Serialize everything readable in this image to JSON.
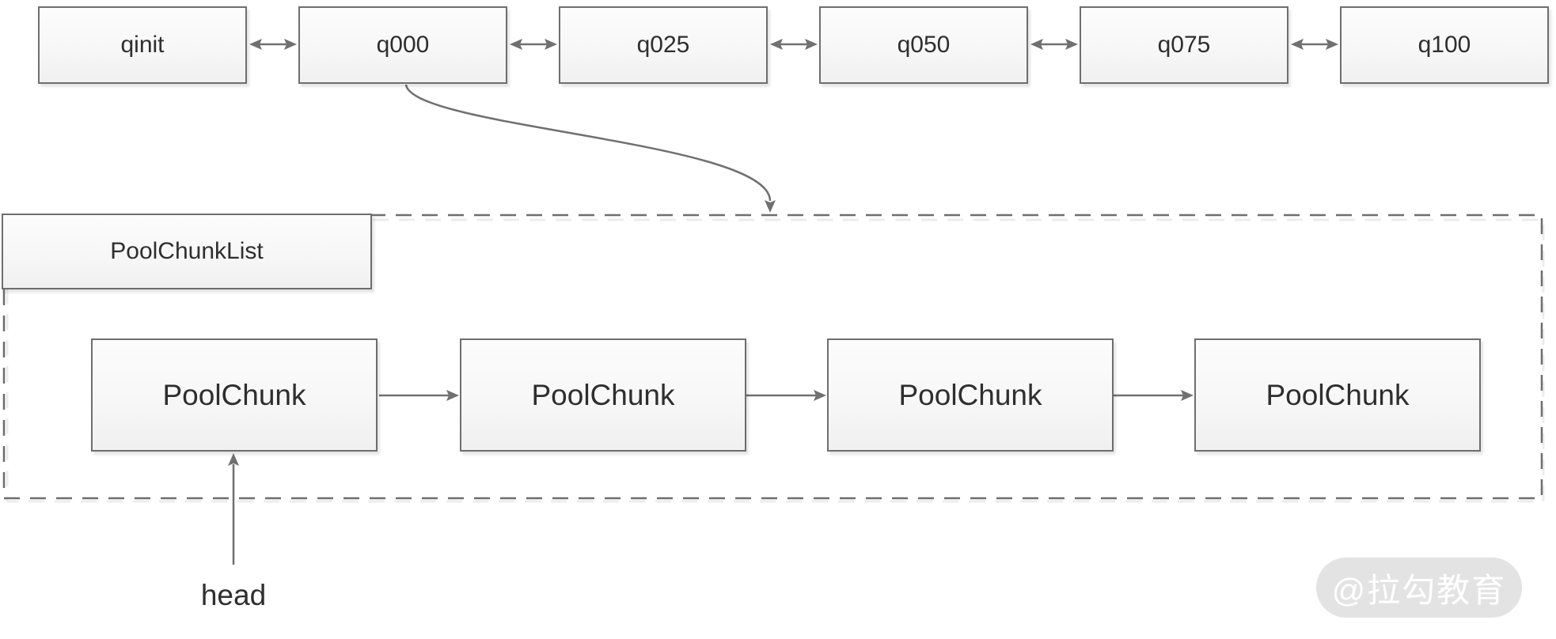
{
  "diagram": {
    "arena_row": {
      "nodes": [
        {
          "label": "qinit"
        },
        {
          "label": "q000"
        },
        {
          "label": "q025"
        },
        {
          "label": "q050"
        },
        {
          "label": "q075"
        },
        {
          "label": "q100"
        }
      ]
    },
    "chunk_list": {
      "title": "PoolChunkList",
      "chunks": [
        {
          "label": "PoolChunk"
        },
        {
          "label": "PoolChunk"
        },
        {
          "label": "PoolChunk"
        },
        {
          "label": "PoolChunk"
        }
      ]
    },
    "head_pointer_label": "head",
    "watermark_text": "@拉勾教育"
  },
  "colors": {
    "node_border": "#6e6e6e",
    "node_fill_top": "#fcfcfc",
    "node_fill_bottom": "#f0f0f0",
    "arrow_stroke": "#707070",
    "dashed_boundary": "#6e6e6e",
    "dashed_shadow": "#ececec",
    "text": "#2e2e2e",
    "watermark_bg": "#e3e3e3",
    "watermark_text": "#ffffff"
  }
}
